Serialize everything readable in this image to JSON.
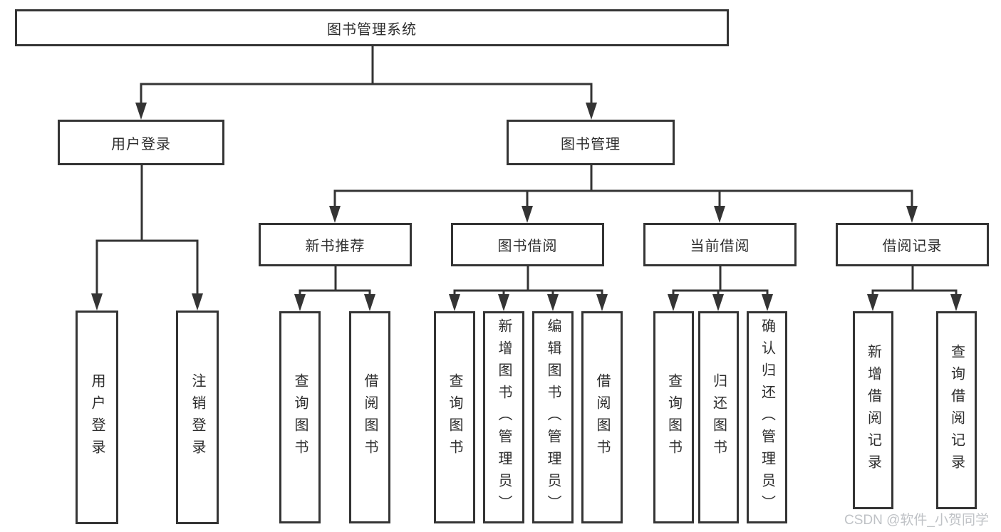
{
  "diagram": {
    "root": {
      "label": "图书管理系统"
    },
    "level2": [
      {
        "label": "用户登录"
      },
      {
        "label": "图书管理"
      }
    ],
    "level3": [
      {
        "label": "新书推荐"
      },
      {
        "label": "图书借阅"
      },
      {
        "label": "当前借阅"
      },
      {
        "label": "借阅记录"
      }
    ],
    "leaves": {
      "user_login": [
        "用户登录",
        "注销登录"
      ],
      "new_books": [
        "查询图书",
        "借阅图书"
      ],
      "book_borrow": [
        "查询图书",
        "新增图书（管理员）",
        "编辑图书（管理员）",
        "借阅图书"
      ],
      "current_borrow": [
        "查询图书",
        "归还图书",
        "确认归还（管理员）"
      ],
      "borrow_records": [
        "新增借阅记录",
        "查询借阅记录"
      ]
    }
  },
  "watermark": "CSDN @软件_小贺同学",
  "colors": {
    "line": "#343434",
    "text": "#2e2e2e",
    "watermark": "#bfc2c6",
    "background": "#ffffff"
  }
}
